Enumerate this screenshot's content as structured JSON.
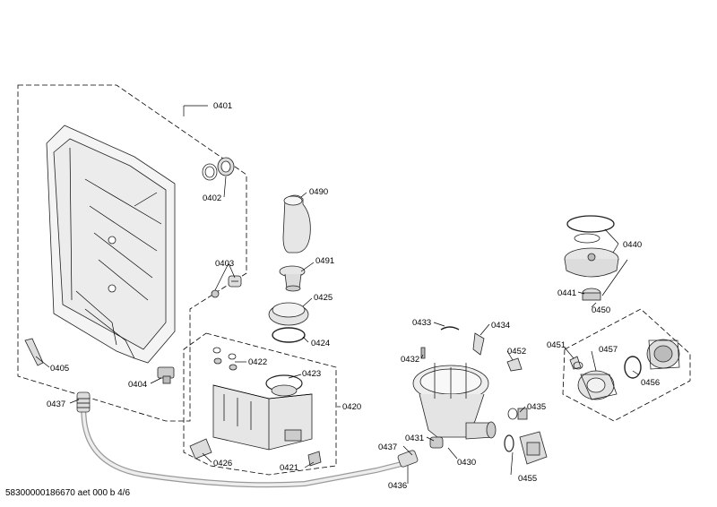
{
  "labels": {
    "p0401": "0401",
    "p0402": "0402",
    "p0403": "0403",
    "p0404": "0404",
    "p0405": "0405",
    "p0437a": "0437",
    "p0490": "0490",
    "p0491": "0491",
    "p0425": "0425",
    "p0424": "0424",
    "p0422": "0422",
    "p0423": "0423",
    "p0420": "0420",
    "p0426": "0426",
    "p0421": "0421",
    "p0433": "0433",
    "p0434": "0434",
    "p0432": "0432",
    "p0452": "0452",
    "p0435": "0435",
    "p0431": "0431",
    "p0437b": "0437",
    "p0430": "0430",
    "p0436": "0436",
    "p0455": "0455",
    "p0440": "0440",
    "p0441": "0441",
    "p0450": "0450",
    "p0451": "0451",
    "p0457": "0457",
    "p0456": "0456"
  },
  "footer": "58300000186670 aet 000 b 4/6"
}
